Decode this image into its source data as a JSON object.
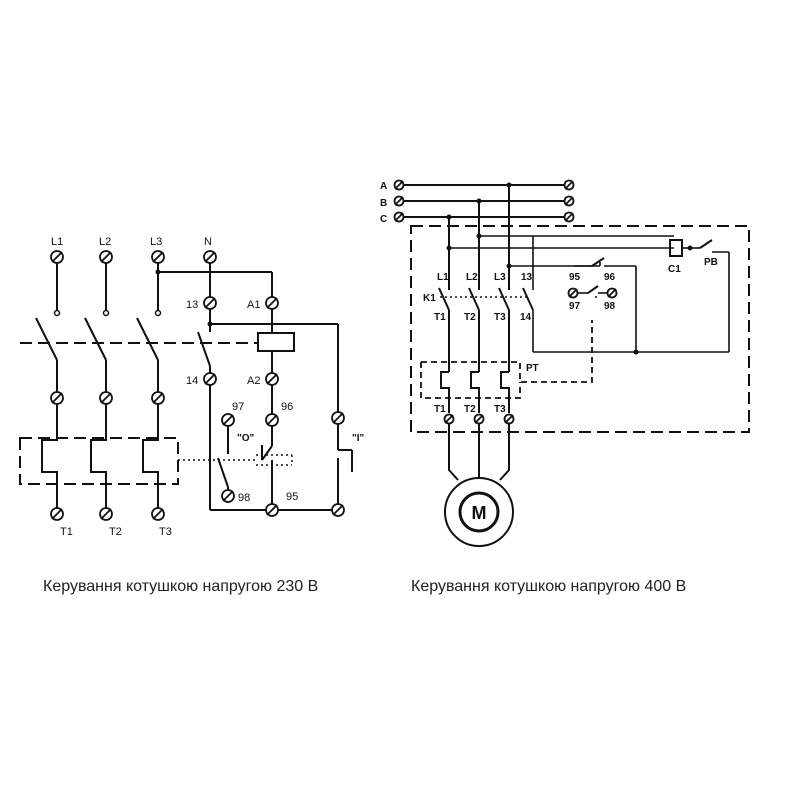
{
  "left": {
    "supply": [
      "L1",
      "L2",
      "L3",
      "N"
    ],
    "outputs": [
      "T1",
      "T2",
      "T3"
    ],
    "terminals": [
      "13",
      "A1",
      "14",
      "A2",
      "97",
      "96",
      "98",
      "95"
    ],
    "buttons": [
      "\"O\"",
      "\"I\""
    ],
    "caption": "Керування котушкою напругою 230 В"
  },
  "right": {
    "phases": [
      "A",
      "B",
      "C"
    ],
    "contactor": {
      "name": "K1",
      "inputs": [
        "L1",
        "L2",
        "L3"
      ],
      "outputs": [
        "T1",
        "T2",
        "T3"
      ],
      "aux": [
        "13",
        "14"
      ]
    },
    "relay": {
      "name": "РТ",
      "contacts": [
        "95",
        "96",
        "97",
        "98"
      ],
      "outputs": [
        "T1",
        "T2",
        "T3"
      ]
    },
    "coil": "C1",
    "timer": "PB",
    "motor": "M",
    "caption": "Керування котушкою напругою 400 В"
  }
}
